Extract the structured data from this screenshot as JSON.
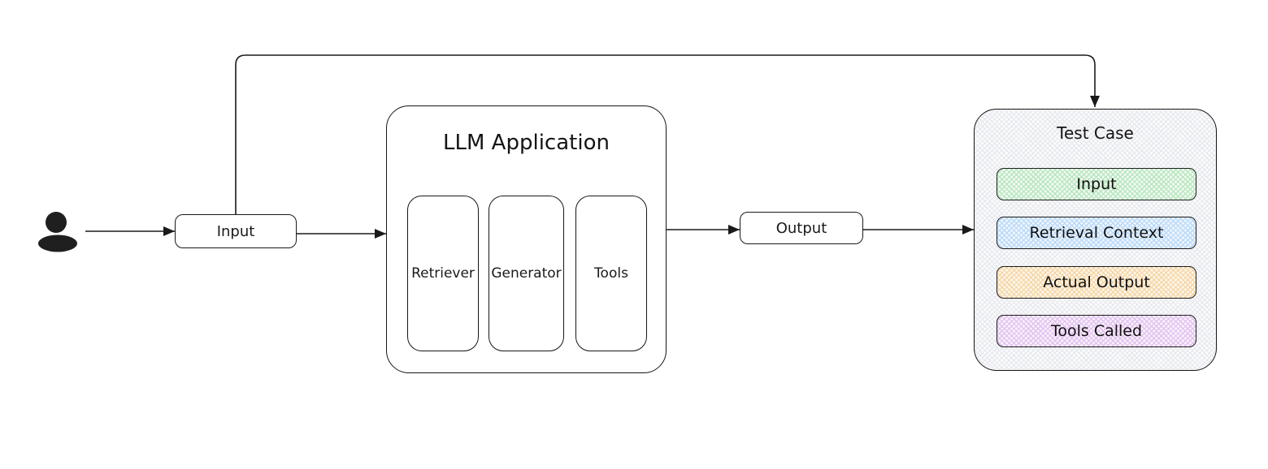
{
  "diagram": {
    "actor": {
      "icon": "person-icon"
    },
    "input_node": {
      "label": "Input"
    },
    "llm_application": {
      "title": "LLM Application",
      "components": [
        {
          "label": "Retriever"
        },
        {
          "label": "Generator"
        },
        {
          "label": "Tools"
        }
      ]
    },
    "output_node": {
      "label": "Output"
    },
    "test_case": {
      "title": "Test Case",
      "container_fill": "#fcfcfd",
      "container_hatch": "#e7e9ee",
      "fields": [
        {
          "label": "Input",
          "fill": "#f2fbf3",
          "hatch": "#b7e5be"
        },
        {
          "label": "Retrieval Context",
          "fill": "#eef6fe",
          "hatch": "#bad9f7"
        },
        {
          "label": "Actual Output",
          "fill": "#fdf6ea",
          "hatch": "#f5d6a7"
        },
        {
          "label": "Tools Called",
          "fill": "#faf1fd",
          "hatch": "#e1c2ee"
        }
      ]
    },
    "colors": {
      "stroke": "#1a1a1a",
      "background": "#ffffff"
    }
  }
}
